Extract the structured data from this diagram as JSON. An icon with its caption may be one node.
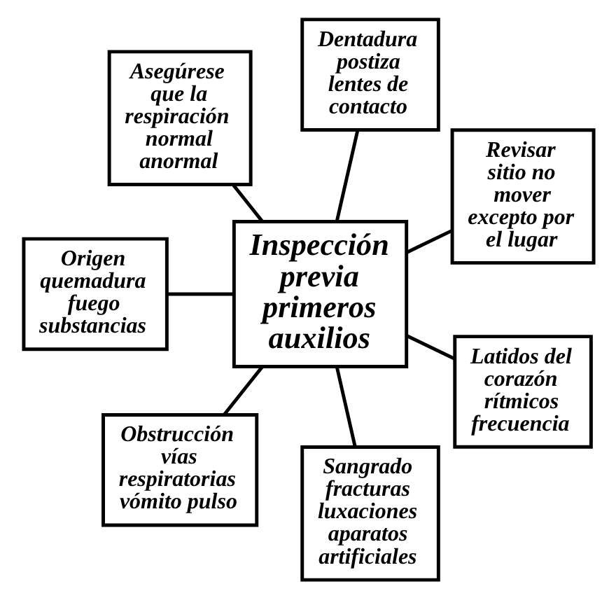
{
  "diagram": {
    "nodes": [
      {
        "text": [
          "Revisar sitio no mover excepto por el lugar"
        ]
      },
      {
        "text": [
          "Dentadura postiza lentes de contacto"
        ]
      },
      {
        "text": [
          "Asegúrese que la respiración normal anormal"
        ]
      },
      {
        "text": [
          "Inspección previa primeros auxilios"
        ]
      },
      {
        "text": [
          "Origen quemadura fuego substancias"
        ]
      },
      {
        "text": [
          "Obstrucción vías respiratorias vómito pulso"
        ]
      },
      {
        "text": [
          "Sangrado fracturas luxaciones aparatos artificiales"
        ]
      },
      {
        "text": [
          "Latidos del corazón rítmicos frecuencia"
        ]
      }
    ],
    "edges": [
      {
        "from": 3,
        "to": 0,
        "arrow": "none"
      },
      {
        "from": 3,
        "to": 1,
        "arrow": "none"
      },
      {
        "from": 3,
        "to": 2,
        "arrow": "none"
      },
      {
        "from": 3,
        "to": 4,
        "arrow": "none"
      },
      {
        "from": 3,
        "to": 5,
        "arrow": "none"
      },
      {
        "from": 3,
        "to": 6,
        "arrow": "none"
      },
      {
        "from": 3,
        "to": 7,
        "arrow": "none"
      }
    ]
  }
}
